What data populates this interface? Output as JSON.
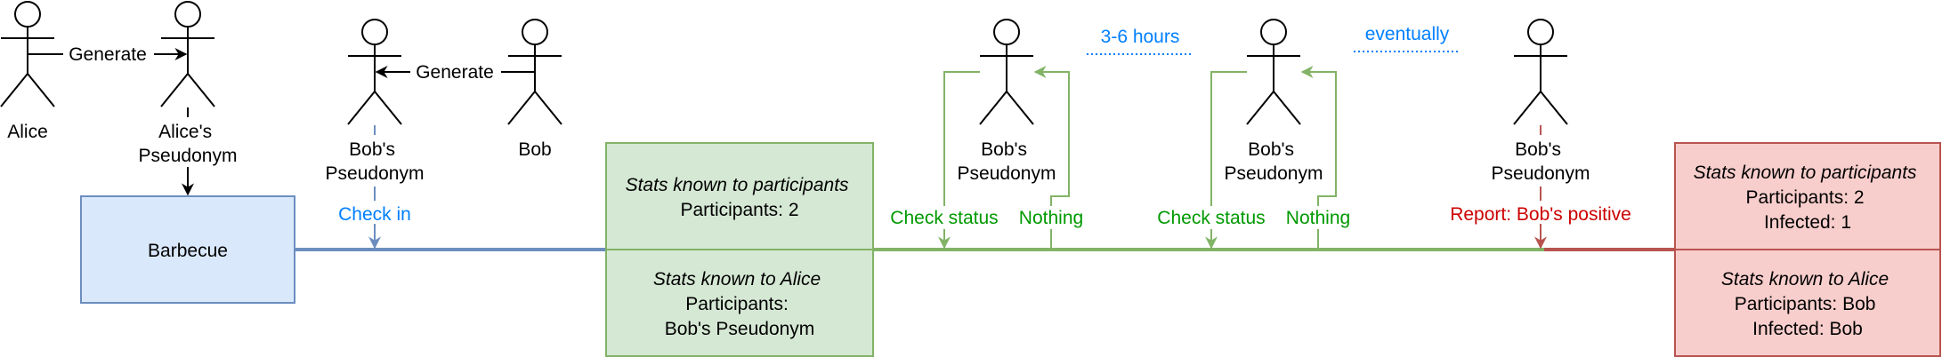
{
  "actors": {
    "alice": "Alice",
    "alice_pseudonym": [
      "Alice's",
      "Pseudonym"
    ],
    "bob_pseudonym_1": [
      "Bob's",
      "Pseudonym"
    ],
    "bob": "Bob",
    "bob_pseudonym_2": [
      "Bob's",
      "Pseudonym"
    ],
    "bob_pseudonym_3": [
      "Bob's",
      "Pseudonym"
    ],
    "bob_pseudonym_4": [
      "Bob's",
      "Pseudonym"
    ]
  },
  "edges": {
    "generate_1": "Generate",
    "generate_2": "Generate",
    "check_in": "Check in",
    "check_status_1": "Check status",
    "nothing_1": "Nothing",
    "check_status_2": "Check status",
    "nothing_2": "Nothing",
    "report": "Report: Bob's positive",
    "gap_1": "3-6 hours",
    "gap_2": "eventually"
  },
  "boxes": {
    "barbecue": "Barbecue",
    "green_top": {
      "title": "Stats known to participants",
      "lines": [
        "Participants: 2"
      ]
    },
    "green_bottom": {
      "title": "Stats known to Alice",
      "lines": [
        "Participants:",
        "Bob's Pseudonym"
      ]
    },
    "red_top": {
      "title": "Stats known to participants",
      "lines": [
        "Participants: 2",
        "Infected: 1"
      ]
    },
    "red_bottom": {
      "title": "Stats known to Alice",
      "lines": [
        "Participants: Bob",
        "Infected: Bob"
      ]
    }
  },
  "colors": {
    "blue_stroke": "#6c8ebf",
    "blue_fill": "#dae8fc",
    "green_stroke": "#82b366",
    "green_fill": "#d5e8d4",
    "red_stroke": "#b85450",
    "red_fill": "#f8cecc",
    "blue_text": "#007fff",
    "green_text": "#009900",
    "red_text": "#cc0000"
  }
}
